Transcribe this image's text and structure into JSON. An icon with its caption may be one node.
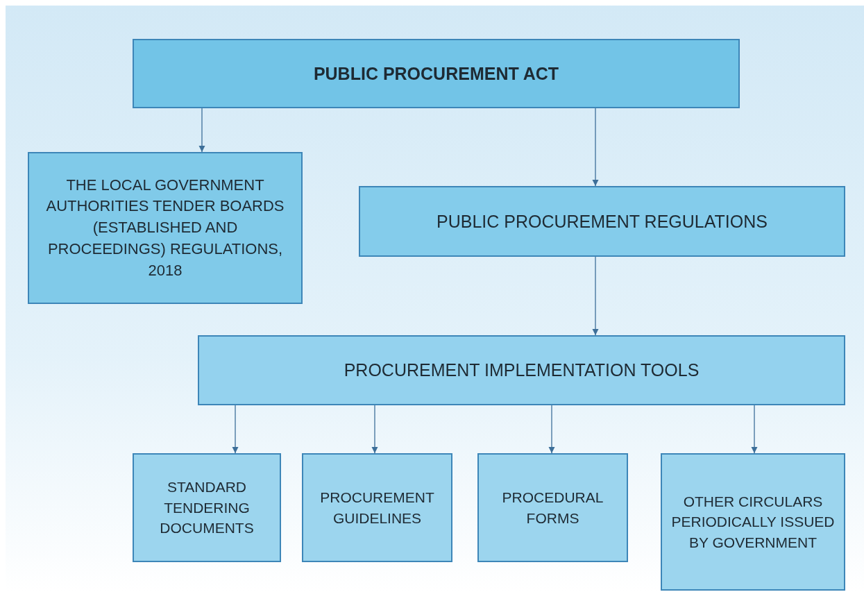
{
  "diagram": {
    "nodes": [
      {
        "text": [
          "PUBLIC PROCUREMENT ACT"
        ]
      },
      {
        "text": [
          "THE LOCAL GOVERNMENT AUTHORITIES TENDER BOARDS (ESTABLISHED AND PROCEEDINGS) REGULATIONS, 2018"
        ]
      },
      {
        "text": [
          "PUBLIC PROCUREMENT REGULATIONS"
        ]
      },
      {
        "text": [
          "PROCUREMENT IMPLEMENTATION TOOLS"
        ]
      },
      {
        "text": [
          "STANDARD TENDERING DOCUMENTS"
        ]
      },
      {
        "text": [
          "PROCUREMENT GUIDELINES"
        ]
      },
      {
        "text": [
          "PROCEDURAL FORMS"
        ]
      },
      {
        "text": [
          "OTHER CIRCULARS PERIODICALLY ISSUED BY GOVERNMENT"
        ]
      }
    ],
    "edges": [
      {
        "from": 0,
        "to": 1,
        "arrow": "to"
      },
      {
        "from": 0,
        "to": 2,
        "arrow": "to"
      },
      {
        "from": 2,
        "to": 3,
        "arrow": "to"
      },
      {
        "from": 3,
        "to": 4,
        "arrow": "to"
      },
      {
        "from": 3,
        "to": 5,
        "arrow": "to"
      },
      {
        "from": 3,
        "to": 6,
        "arrow": "to"
      },
      {
        "from": 3,
        "to": 7,
        "arrow": "to"
      }
    ]
  }
}
